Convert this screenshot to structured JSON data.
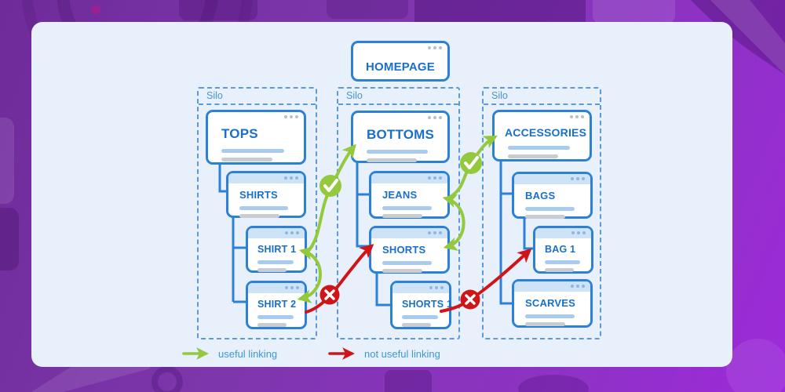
{
  "homepage": {
    "title": "HOMEPAGE"
  },
  "silos": {
    "tops": {
      "label": "Silo",
      "root": "TOPS",
      "child1": "SHIRTS",
      "child2": "SHIRT 1",
      "child3": "SHIRT 2"
    },
    "bottoms": {
      "label": "Silo",
      "root": "BOTTOMS",
      "child1": "JEANS",
      "child2": "SHORTS",
      "child3": "SHORTS 1"
    },
    "accessories": {
      "label": "Silo",
      "root": "ACCESSORIES",
      "child1": "BAGS",
      "child2": "BAG 1",
      "child3": "SCARVES"
    }
  },
  "legend": {
    "useful": "useful linking",
    "not_useful": "not useful linking"
  },
  "links": {
    "useful": [
      "SHIRT 1 → BOTTOMS",
      "SHIRT 1 ↔ SHIRT 2",
      "JEANS → ACCESSORIES",
      "JEANS ↔ SHORTS"
    ],
    "not_useful": [
      "SHIRT 2 → SHORTS",
      "SHORTS 1 → BAG 1"
    ]
  },
  "icons": {
    "check": "✓",
    "cross": "✕",
    "window_controls": "•••"
  },
  "colors": {
    "box_border": "#2c80d5",
    "title_text": "#1a6fc9",
    "header_bar": "#cfe3f7",
    "placeholder_blue": "#a9cbee",
    "placeholder_gray": "#c9cdd2",
    "card_bg": "#e7f0fb",
    "silo_dash": "#5b9bdb",
    "silo_label": "#4a94d8",
    "legend_text": "#3e98d4",
    "useful": "#94c83d",
    "not_useful": "#cf1517",
    "background_base": "#7c32ab"
  }
}
